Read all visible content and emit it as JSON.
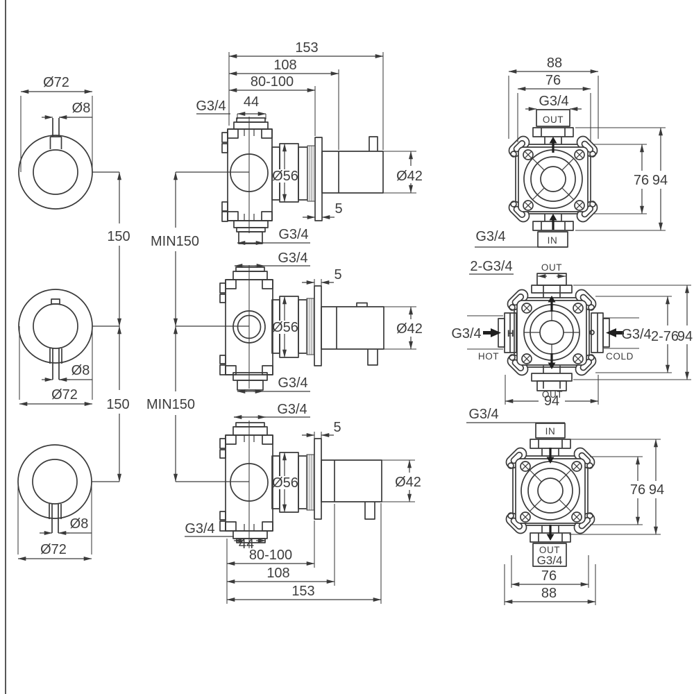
{
  "colors": {
    "line": "#3a3a3a",
    "text": "#3d3d3d",
    "background": "#ffffff"
  },
  "labels": {
    "dia72": "Ø72",
    "dia8": "Ø8",
    "dia56": "Ø56",
    "dia42": "Ø42",
    "d150": "150",
    "min150": "MIN150",
    "d153": "153",
    "d108": "108",
    "d80100": "80-100",
    "d44": "44",
    "d5": "5",
    "g34": "G3/4",
    "g34x2": "2-G3/4",
    "d88": "88",
    "d76": "76",
    "d94": "94",
    "d276": "2-76",
    "out": "OUT",
    "in": "IN",
    "hot": "HOT",
    "cold": "COLD",
    "h": "H"
  }
}
